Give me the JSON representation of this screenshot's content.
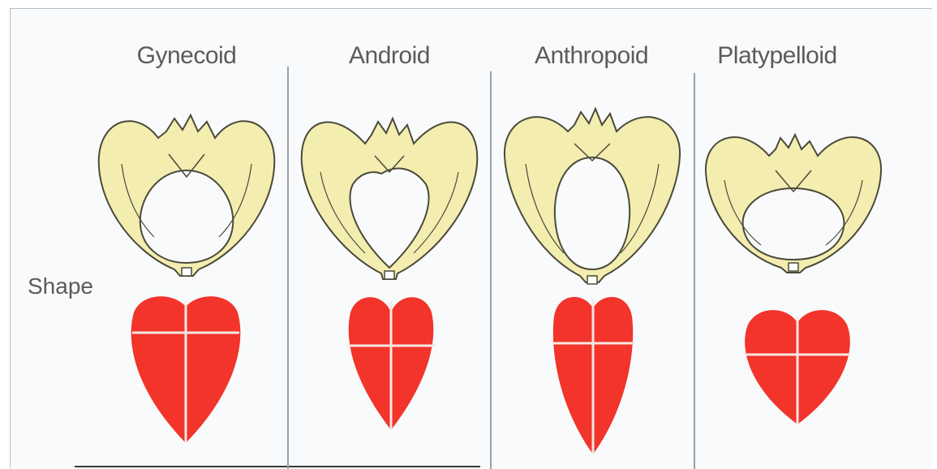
{
  "columns": [
    {
      "title": "Gynecoid"
    },
    {
      "title": "Android"
    },
    {
      "title": "Anthropoid"
    },
    {
      "title": "Platypelloid"
    }
  ],
  "row_label": "Shape",
  "colors": {
    "bone_fill": "#f4edb0",
    "bone_stroke": "#4a4a3a",
    "inlet_fill": "#f2342b",
    "cross_lines": "#f7e7e2",
    "title_text": "#5b5b5b"
  }
}
